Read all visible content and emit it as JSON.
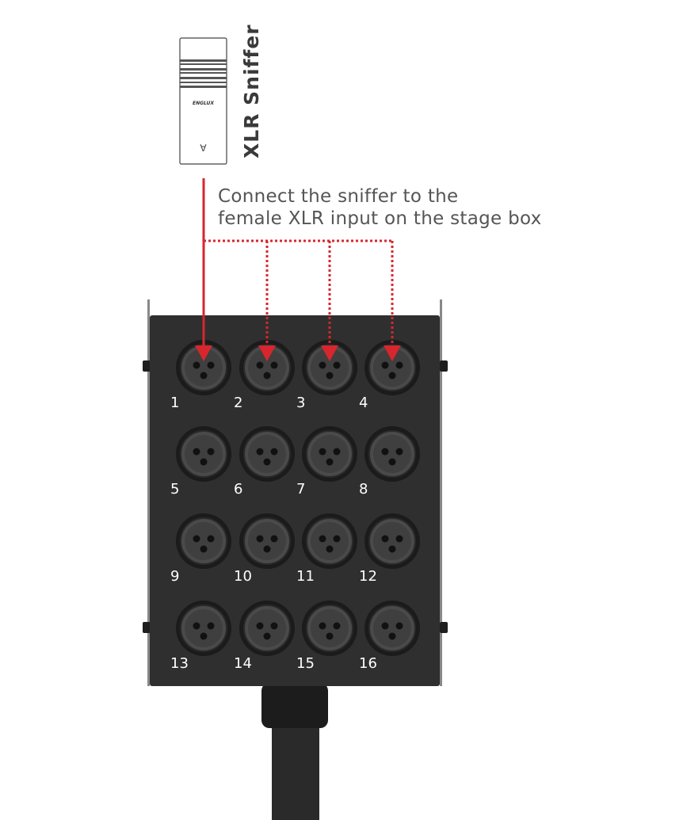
{
  "sniffer": {
    "label": "XLR Sniffer",
    "brand": "ENGLUX"
  },
  "instruction": {
    "line1": "Connect the sniffer to the",
    "line2": "female XLR input on the stage box"
  },
  "stagebox": {
    "channels": [
      "1",
      "2",
      "3",
      "4",
      "5",
      "6",
      "7",
      "8",
      "9",
      "10",
      "11",
      "12",
      "13",
      "14",
      "15",
      "16"
    ]
  },
  "colors": {
    "arrow": "#d7262e",
    "box": "#2f2f2f",
    "connector": "#4a4a4a",
    "label_text": "#ffffff"
  }
}
